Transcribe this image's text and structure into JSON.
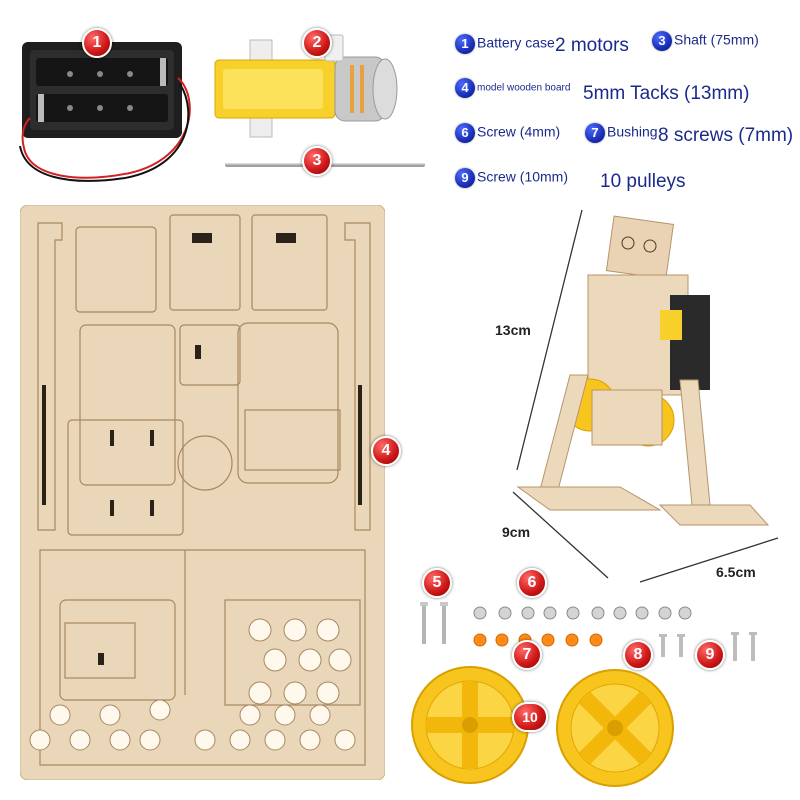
{
  "labels": [
    {
      "num": "1",
      "text": "Battery case"
    },
    {
      "text": "2 motors"
    },
    {
      "num": "3",
      "text": "Shaft (75mm)"
    },
    {
      "num": "4",
      "text": "model wooden board"
    },
    {
      "text": "5mm Tacks (13mm)"
    },
    {
      "num": "6",
      "text": "Screw (4mm)"
    },
    {
      "num": "7",
      "text": "Bushing"
    },
    {
      "text": "8 screws (7mm)"
    },
    {
      "num": "9",
      "text": "Screw (10mm)"
    },
    {
      "text": "10 pulleys"
    }
  ],
  "badges": [
    "1",
    "2",
    "3",
    "4",
    "5",
    "6",
    "7",
    "8",
    "9",
    "10"
  ],
  "dimensions": {
    "height": "13cm",
    "width": "9cm",
    "depth": "6.5cm"
  },
  "colors": {
    "badge_red": "#d11a1a",
    "label_blue": "#1a2a8c",
    "wood": "#e9d3b4",
    "pulley_yellow": "#f7c51e"
  }
}
